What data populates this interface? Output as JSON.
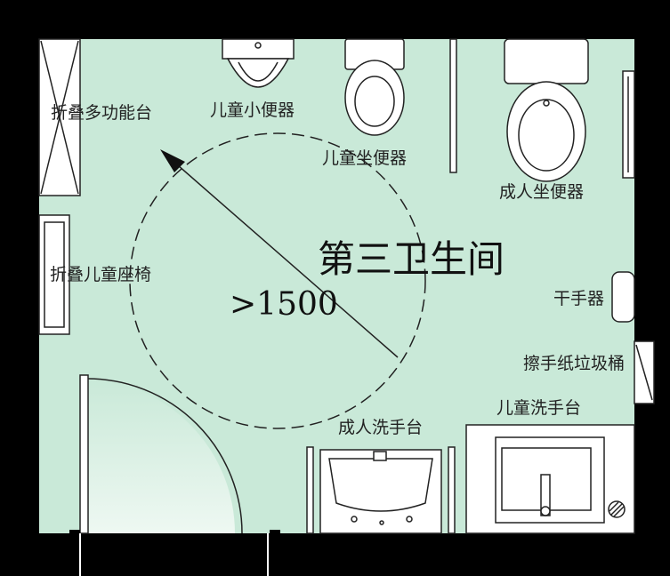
{
  "plan": {
    "room_name": "第三卫生间",
    "turning_radius": ">1500",
    "colors": {
      "floor": "#c9e9d8",
      "wall": "#000000",
      "fixture": "#ffffff",
      "line": "#222222"
    },
    "labels": {
      "folding_table": "折叠多功能台",
      "child_urinal": "儿童小便器",
      "child_toilet": "儿童坐便器",
      "adult_toilet": "成人坐便器",
      "folding_seat": "折叠儿童座椅",
      "hand_dryer": "干手器",
      "paper_bin": "擦手纸垃圾桶",
      "child_basin": "儿童洗手台",
      "adult_basin": "成人洗手台"
    }
  }
}
